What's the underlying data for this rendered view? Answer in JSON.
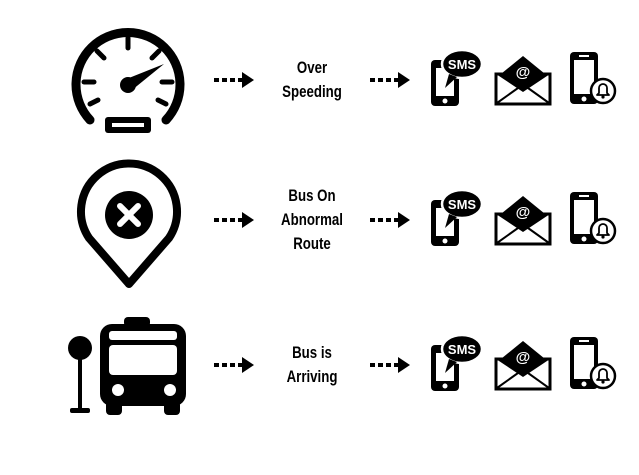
{
  "colors": {
    "ink": "#000000",
    "background": "#ffffff"
  },
  "rows": [
    {
      "trigger_icon": "speedometer-icon",
      "label_lines": [
        "Over",
        "Speeding"
      ],
      "channels": [
        "sms-phone-icon",
        "email-envelope-icon",
        "phone-notification-icon"
      ],
      "sms_text": "SMS",
      "email_symbol": "@"
    },
    {
      "trigger_icon": "map-pin-error-icon",
      "label_lines": [
        "Bus On",
        "Abnormal",
        "Route"
      ],
      "channels": [
        "sms-phone-icon",
        "email-envelope-icon",
        "phone-notification-icon"
      ],
      "sms_text": "SMS",
      "email_symbol": "@"
    },
    {
      "trigger_icon": "bus-stop-icon",
      "label_lines": [
        "Bus is",
        "Arriving"
      ],
      "channels": [
        "sms-phone-icon",
        "email-envelope-icon",
        "phone-notification-icon"
      ],
      "sms_text": "SMS",
      "email_symbol": "@"
    }
  ]
}
